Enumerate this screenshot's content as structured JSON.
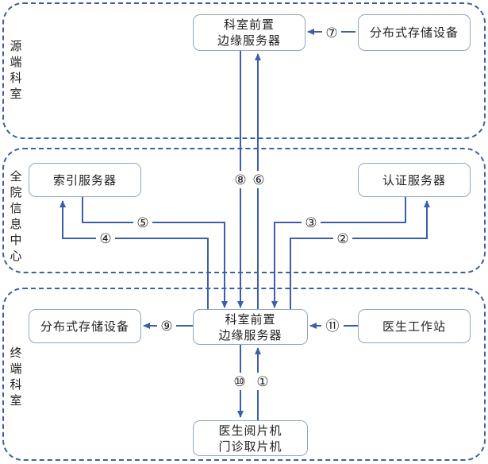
{
  "regions": {
    "source": "源端科室",
    "center": "全院信息中心",
    "terminal": "终端科室"
  },
  "nodes": {
    "edge_top_line1": "科室前置",
    "edge_top_line2": "边缘服务器",
    "storage_top": "分布式存储设备",
    "index_server": "索引服务器",
    "auth_server": "认证服务器",
    "edge_bottom_line1": "科室前置",
    "edge_bottom_line2": "边缘服务器",
    "storage_bottom": "分布式存储设备",
    "doctor_station": "医生工作站",
    "viewer_line1": "医生阅片机",
    "viewer_line2": "门诊取片机"
  },
  "steps": {
    "s1": "①",
    "s2": "②",
    "s3": "③",
    "s4": "④",
    "s5": "⑤",
    "s6": "⑥",
    "s7": "⑦",
    "s8": "⑧",
    "s9": "⑨",
    "s10": "⑩",
    "s11": "⑪"
  },
  "colors": {
    "line": "#3d5fa8",
    "region_border": "#3d5fa8",
    "box_border": "#8fa6c7"
  }
}
